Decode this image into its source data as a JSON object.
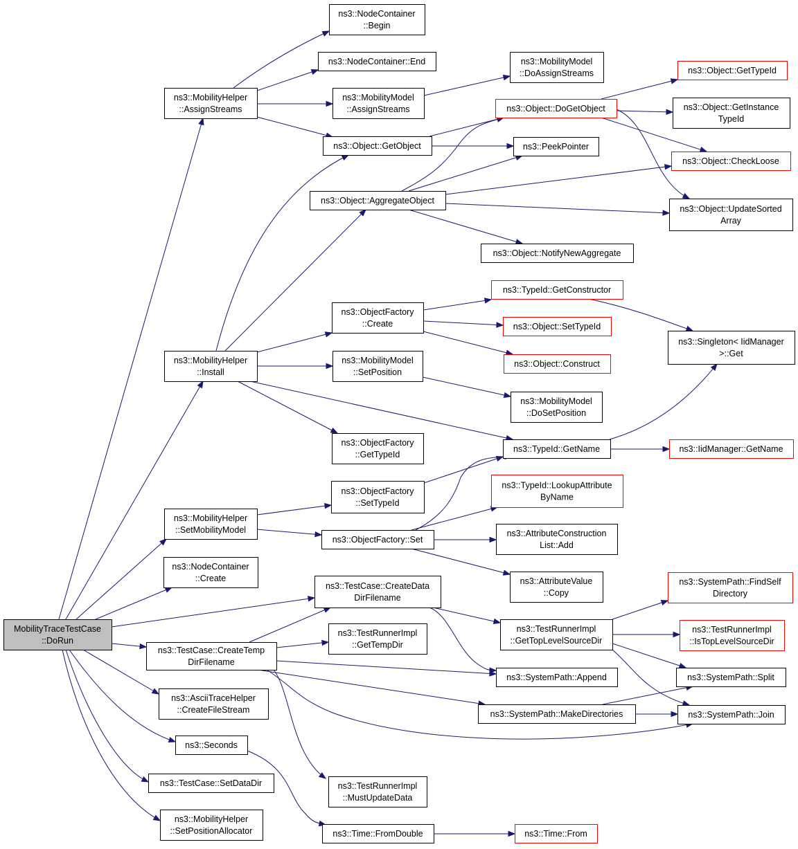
{
  "colors": {
    "edge": "#191970",
    "normal_border": "#000000",
    "truncated_border": "#ff0000",
    "root_fill": "#bfbfbf",
    "node_fill": "#ffffff"
  },
  "nodes": [
    {
      "id": "root",
      "lines": [
        "MobilityTraceTestCase",
        "::DoRun"
      ],
      "style": "root"
    },
    {
      "id": "mh_assign",
      "lines": [
        "ns3::MobilityHelper",
        "::AssignStreams"
      ],
      "style": "normal"
    },
    {
      "id": "nc_begin",
      "lines": [
        "ns3::NodeContainer",
        "::Begin"
      ],
      "style": "normal"
    },
    {
      "id": "nc_end",
      "lines": [
        "ns3::NodeContainer::End"
      ],
      "style": "normal"
    },
    {
      "id": "mm_assign",
      "lines": [
        "ns3::MobilityModel",
        "::AssignStreams"
      ],
      "style": "normal"
    },
    {
      "id": "mm_doassign",
      "lines": [
        "ns3::MobilityModel",
        "::DoAssignStreams"
      ],
      "style": "normal"
    },
    {
      "id": "obj_getobject",
      "lines": [
        "ns3::Object::GetObject"
      ],
      "style": "normal"
    },
    {
      "id": "obj_dogetobject",
      "lines": [
        "ns3::Object::DoGetObject"
      ],
      "style": "truncated"
    },
    {
      "id": "obj_gettypeid",
      "lines": [
        "ns3::Object::GetTypeId"
      ],
      "style": "truncated"
    },
    {
      "id": "obj_getinstance",
      "lines": [
        "ns3::Object::GetInstance",
        "TypeId"
      ],
      "style": "normal"
    },
    {
      "id": "peekpointer",
      "lines": [
        "ns3::PeekPointer"
      ],
      "style": "normal"
    },
    {
      "id": "obj_checkloose",
      "lines": [
        "ns3::Object::CheckLoose"
      ],
      "style": "truncated"
    },
    {
      "id": "obj_aggregate",
      "lines": [
        "ns3::Object::AggregateObject"
      ],
      "style": "normal"
    },
    {
      "id": "obj_updatesorted",
      "lines": [
        "ns3::Object::UpdateSorted",
        "Array"
      ],
      "style": "normal"
    },
    {
      "id": "obj_notify",
      "lines": [
        "ns3::Object::NotifyNewAggregate"
      ],
      "style": "normal"
    },
    {
      "id": "mh_install",
      "lines": [
        "ns3::MobilityHelper",
        "::Install"
      ],
      "style": "normal"
    },
    {
      "id": "of_create",
      "lines": [
        "ns3::ObjectFactory",
        "::Create"
      ],
      "style": "normal"
    },
    {
      "id": "tid_getctor",
      "lines": [
        "ns3::TypeId::GetConstructor"
      ],
      "style": "truncated"
    },
    {
      "id": "obj_settypeid",
      "lines": [
        "ns3::Object::SetTypeId"
      ],
      "style": "truncated"
    },
    {
      "id": "obj_construct",
      "lines": [
        "ns3::Object::Construct"
      ],
      "style": "truncated"
    },
    {
      "id": "singleton_get",
      "lines": [
        "ns3::Singleton< IidManager",
        ">::Get"
      ],
      "style": "normal"
    },
    {
      "id": "mm_setpos",
      "lines": [
        "ns3::MobilityModel",
        "::SetPosition"
      ],
      "style": "normal"
    },
    {
      "id": "mm_dosetpos",
      "lines": [
        "ns3::MobilityModel",
        "::DoSetPosition"
      ],
      "style": "normal"
    },
    {
      "id": "of_gettypeid",
      "lines": [
        "ns3::ObjectFactory",
        "::GetTypeId"
      ],
      "style": "normal"
    },
    {
      "id": "tid_getname",
      "lines": [
        "ns3::TypeId::GetName"
      ],
      "style": "normal"
    },
    {
      "id": "iid_getname",
      "lines": [
        "ns3::IidManager::GetName"
      ],
      "style": "truncated"
    },
    {
      "id": "mh_setmodel",
      "lines": [
        "ns3::MobilityHelper",
        "::SetMobilityModel"
      ],
      "style": "normal"
    },
    {
      "id": "of_settypeid",
      "lines": [
        "ns3::ObjectFactory",
        "::SetTypeId"
      ],
      "style": "normal"
    },
    {
      "id": "tid_lookup",
      "lines": [
        "ns3::TypeId::LookupAttribute",
        "ByName"
      ],
      "style": "truncated"
    },
    {
      "id": "of_set",
      "lines": [
        "ns3::ObjectFactory::Set"
      ],
      "style": "normal"
    },
    {
      "id": "acl_add",
      "lines": [
        "ns3::AttributeConstruction",
        "List::Add"
      ],
      "style": "normal"
    },
    {
      "id": "av_copy",
      "lines": [
        "ns3::AttributeValue",
        "::Copy"
      ],
      "style": "normal"
    },
    {
      "id": "nc_create",
      "lines": [
        "ns3::NodeContainer",
        "::Create"
      ],
      "style": "normal"
    },
    {
      "id": "tc_createdata",
      "lines": [
        "ns3::TestCase::CreateData",
        "DirFilename"
      ],
      "style": "normal"
    },
    {
      "id": "sp_findself",
      "lines": [
        "ns3::SystemPath::FindSelf",
        "Directory"
      ],
      "style": "truncated"
    },
    {
      "id": "tri_gettop",
      "lines": [
        "ns3::TestRunnerImpl",
        "::GetTopLevelSourceDir"
      ],
      "style": "normal"
    },
    {
      "id": "tri_istop",
      "lines": [
        "ns3::TestRunnerImpl",
        "::IsTopLevelSourceDir"
      ],
      "style": "truncated"
    },
    {
      "id": "tc_createtemp",
      "lines": [
        "ns3::TestCase::CreateTemp",
        "DirFilename"
      ],
      "style": "normal"
    },
    {
      "id": "tri_gettemp",
      "lines": [
        "ns3::TestRunnerImpl",
        "::GetTempDir"
      ],
      "style": "normal"
    },
    {
      "id": "sp_append",
      "lines": [
        "ns3::SystemPath::Append"
      ],
      "style": "normal"
    },
    {
      "id": "sp_split",
      "lines": [
        "ns3::SystemPath::Split"
      ],
      "style": "normal"
    },
    {
      "id": "ath_create",
      "lines": [
        "ns3::AsciiTraceHelper",
        "::CreateFileStream"
      ],
      "style": "normal"
    },
    {
      "id": "sp_makedirs",
      "lines": [
        "ns3::SystemPath::MakeDirectories"
      ],
      "style": "normal"
    },
    {
      "id": "sp_join",
      "lines": [
        "ns3::SystemPath::Join"
      ],
      "style": "normal"
    },
    {
      "id": "seconds",
      "lines": [
        "ns3::Seconds"
      ],
      "style": "normal"
    },
    {
      "id": "tc_setdata",
      "lines": [
        "ns3::TestCase::SetDataDir"
      ],
      "style": "normal"
    },
    {
      "id": "tri_mustupdate",
      "lines": [
        "ns3::TestRunnerImpl",
        "::MustUpdateData"
      ],
      "style": "normal"
    },
    {
      "id": "mh_setposalloc",
      "lines": [
        "ns3::MobilityHelper",
        "::SetPositionAllocator"
      ],
      "style": "normal"
    },
    {
      "id": "time_fromdouble",
      "lines": [
        "ns3::Time::FromDouble"
      ],
      "style": "normal"
    },
    {
      "id": "time_from",
      "lines": [
        "ns3::Time::From"
      ],
      "style": "truncated"
    }
  ],
  "edges": [
    {
      "from": "root",
      "to": "mh_assign"
    },
    {
      "from": "root",
      "to": "mh_install"
    },
    {
      "from": "root",
      "to": "mh_setmodel"
    },
    {
      "from": "root",
      "to": "nc_create"
    },
    {
      "from": "root",
      "to": "tc_createdata"
    },
    {
      "from": "root",
      "to": "tc_createtemp"
    },
    {
      "from": "root",
      "to": "ath_create"
    },
    {
      "from": "root",
      "to": "seconds"
    },
    {
      "from": "root",
      "to": "tc_setdata"
    },
    {
      "from": "root",
      "to": "mh_setposalloc"
    },
    {
      "from": "mh_assign",
      "to": "nc_begin"
    },
    {
      "from": "mh_assign",
      "to": "nc_end"
    },
    {
      "from": "mh_assign",
      "to": "mm_assign"
    },
    {
      "from": "mh_assign",
      "to": "obj_getobject"
    },
    {
      "from": "mm_assign",
      "to": "mm_doassign"
    },
    {
      "from": "obj_getobject",
      "to": "obj_dogetobject"
    },
    {
      "from": "obj_getobject",
      "to": "peekpointer"
    },
    {
      "from": "obj_dogetobject",
      "to": "obj_gettypeid"
    },
    {
      "from": "obj_dogetobject",
      "to": "obj_getinstance"
    },
    {
      "from": "obj_dogetobject",
      "to": "obj_checkloose"
    },
    {
      "from": "obj_dogetobject",
      "to": "obj_updatesorted"
    },
    {
      "from": "obj_aggregate",
      "to": "obj_dogetobject"
    },
    {
      "from": "obj_aggregate",
      "to": "peekpointer"
    },
    {
      "from": "obj_aggregate",
      "to": "obj_checkloose"
    },
    {
      "from": "obj_aggregate",
      "to": "obj_updatesorted"
    },
    {
      "from": "obj_aggregate",
      "to": "obj_notify"
    },
    {
      "from": "mh_install",
      "to": "obj_getobject"
    },
    {
      "from": "mh_install",
      "to": "obj_aggregate"
    },
    {
      "from": "mh_install",
      "to": "of_create"
    },
    {
      "from": "mh_install",
      "to": "mm_setpos"
    },
    {
      "from": "mh_install",
      "to": "of_gettypeid"
    },
    {
      "from": "mh_install",
      "to": "tid_getname"
    },
    {
      "from": "of_create",
      "to": "tid_getctor"
    },
    {
      "from": "of_create",
      "to": "obj_settypeid"
    },
    {
      "from": "of_create",
      "to": "obj_construct"
    },
    {
      "from": "tid_getctor",
      "to": "singleton_get"
    },
    {
      "from": "mm_setpos",
      "to": "mm_dosetpos"
    },
    {
      "from": "tid_getname",
      "to": "iid_getname"
    },
    {
      "from": "tid_getname",
      "to": "singleton_get"
    },
    {
      "from": "mh_setmodel",
      "to": "of_settypeid"
    },
    {
      "from": "mh_setmodel",
      "to": "of_set"
    },
    {
      "from": "of_settypeid",
      "to": "tid_getname"
    },
    {
      "from": "of_set",
      "to": "tid_lookup"
    },
    {
      "from": "of_set",
      "to": "tid_getname"
    },
    {
      "from": "of_set",
      "to": "acl_add"
    },
    {
      "from": "of_set",
      "to": "av_copy"
    },
    {
      "from": "tc_createdata",
      "to": "tri_gettop"
    },
    {
      "from": "tc_createdata",
      "to": "sp_append"
    },
    {
      "from": "tri_gettop",
      "to": "sp_findself"
    },
    {
      "from": "tri_gettop",
      "to": "tri_istop"
    },
    {
      "from": "tri_gettop",
      "to": "sp_split"
    },
    {
      "from": "tri_gettop",
      "to": "sp_join"
    },
    {
      "from": "tc_createtemp",
      "to": "tc_createdata"
    },
    {
      "from": "tc_createtemp",
      "to": "tri_gettemp"
    },
    {
      "from": "tc_createtemp",
      "to": "sp_append"
    },
    {
      "from": "tc_createtemp",
      "to": "sp_makedirs"
    },
    {
      "from": "tc_createtemp",
      "to": "sp_join"
    },
    {
      "from": "tc_createtemp",
      "to": "tri_mustupdate"
    },
    {
      "from": "sp_makedirs",
      "to": "sp_split"
    },
    {
      "from": "sp_makedirs",
      "to": "sp_join"
    },
    {
      "from": "seconds",
      "to": "time_fromdouble"
    },
    {
      "from": "time_fromdouble",
      "to": "time_from"
    }
  ]
}
